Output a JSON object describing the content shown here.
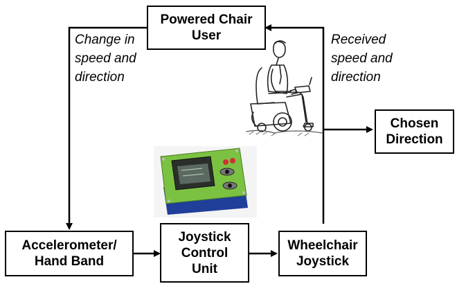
{
  "nodes": {
    "user": "Powered Chair\nUser",
    "chosen": "Chosen\nDirection",
    "accel": "Accelerometer/\nHand Band",
    "jcu": "Joystick\nControl\nUnit",
    "wheel": "Wheelchair\nJoystick"
  },
  "edge_labels": {
    "change": "Change in\nspeed and\ndirection",
    "received": "Received\nspeed and\ndirection"
  },
  "colors": {
    "line": "#000000",
    "box_green": "#7cc242",
    "box_blue": "#1f3f9a"
  }
}
